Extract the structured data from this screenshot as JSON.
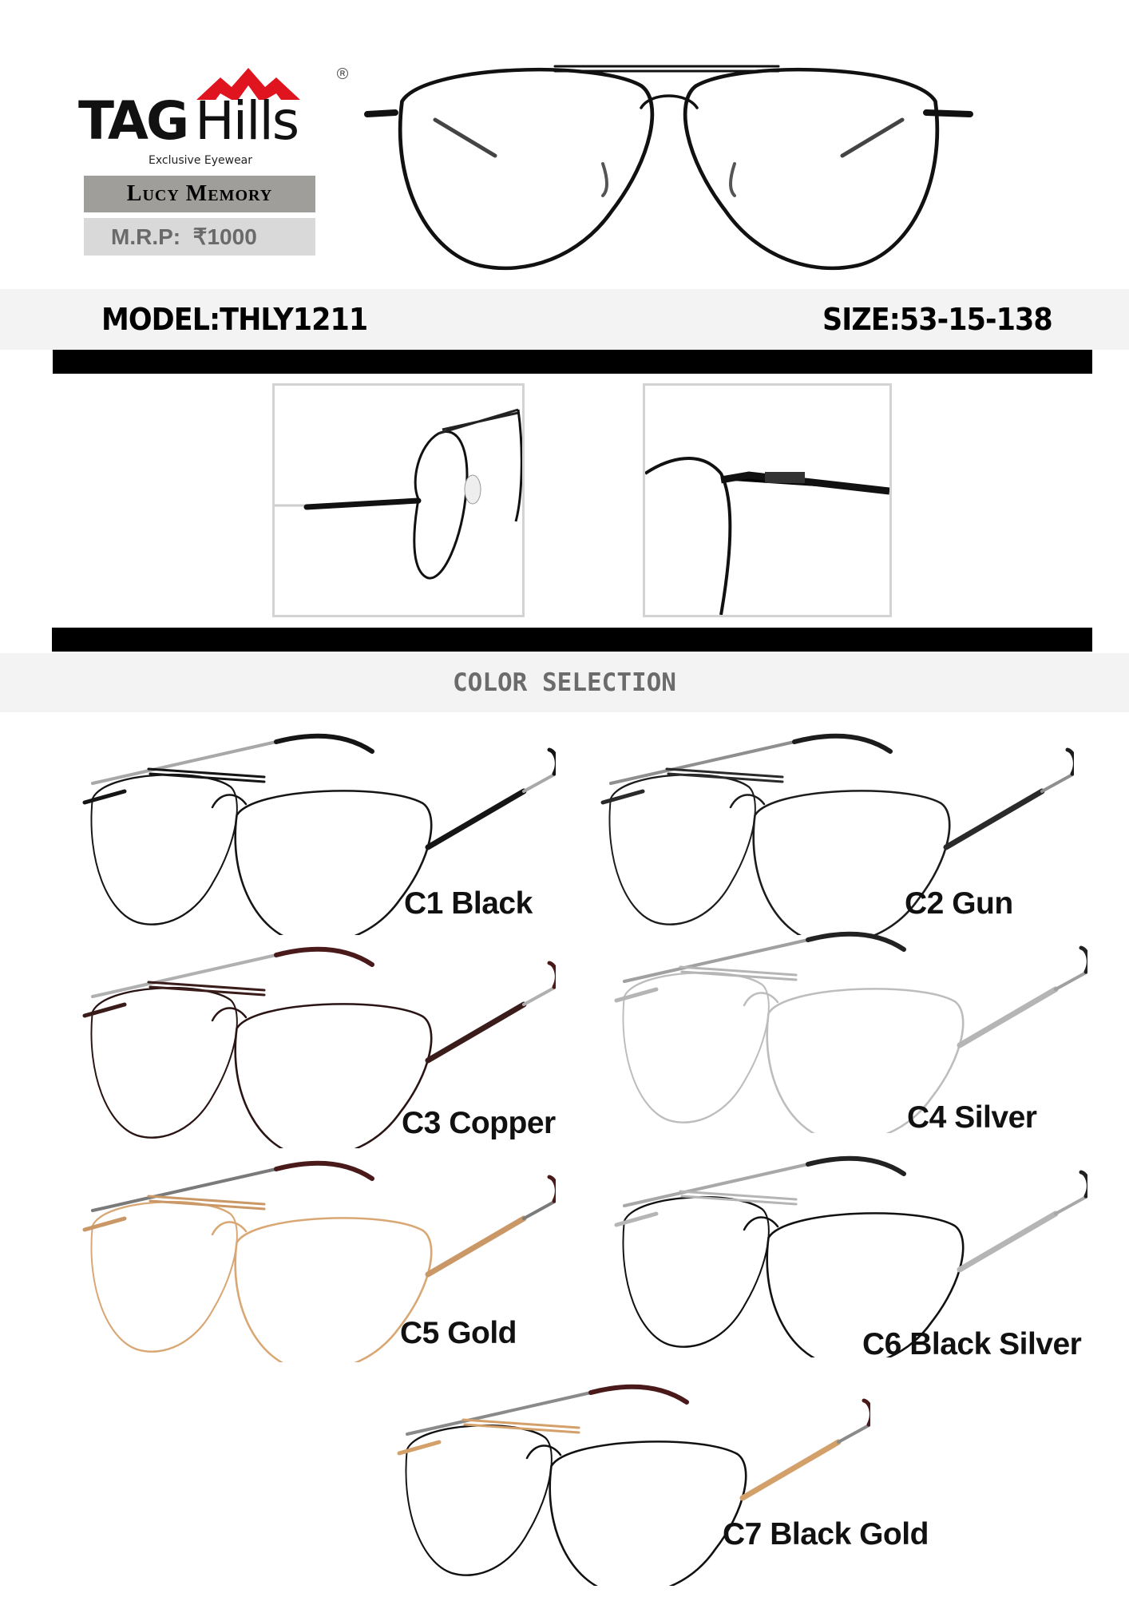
{
  "logo": {
    "brand_bold": "TAG",
    "brand_light": "Hills",
    "tagline": "Exclusive Eyewear",
    "registered": "R",
    "roof_color": "#e0141e"
  },
  "product": {
    "name": "Lucy Memory",
    "mrp": "M.R.P:  ₹1000"
  },
  "specs": {
    "model": "MODEL:THLY1211",
    "size": "SIZE:53-15-138"
  },
  "color_selection": {
    "title": "COLOR SELECTION",
    "variants": [
      {
        "label": "C1 Black",
        "frame": "#151515",
        "bar": "#151515",
        "temple": "#a8a8a8",
        "tip": "#151515"
      },
      {
        "label": "C2 Gun",
        "frame": "#1c1c1c",
        "bar": "#2a2a2a",
        "temple": "#8f8f8f",
        "tip": "#1c1c1c"
      },
      {
        "label": "C3 Copper",
        "frame": "#2a1414",
        "bar": "#3a1c1a",
        "temple": "#b0b0b0",
        "tip": "#4a1a1a"
      },
      {
        "label": "C4 Silver",
        "frame": "#bdbdbd",
        "bar": "#b5b5b5",
        "temple": "#a0a0a0",
        "tip": "#222222"
      },
      {
        "label": "C5 Gold",
        "frame": "#d9a774",
        "bar": "#c99866",
        "temple": "#7a7a7a",
        "tip": "#4a1a1a"
      },
      {
        "label": "C6 Black Silver",
        "frame": "#111111",
        "bar": "#b5b5b5",
        "temple": "#a8a8a8",
        "tip": "#222222"
      },
      {
        "label": "C7 Black Gold",
        "frame": "#111111",
        "bar": "#d3a06a",
        "temple": "#8a8a8a",
        "tip": "#4a1a1a"
      }
    ]
  }
}
